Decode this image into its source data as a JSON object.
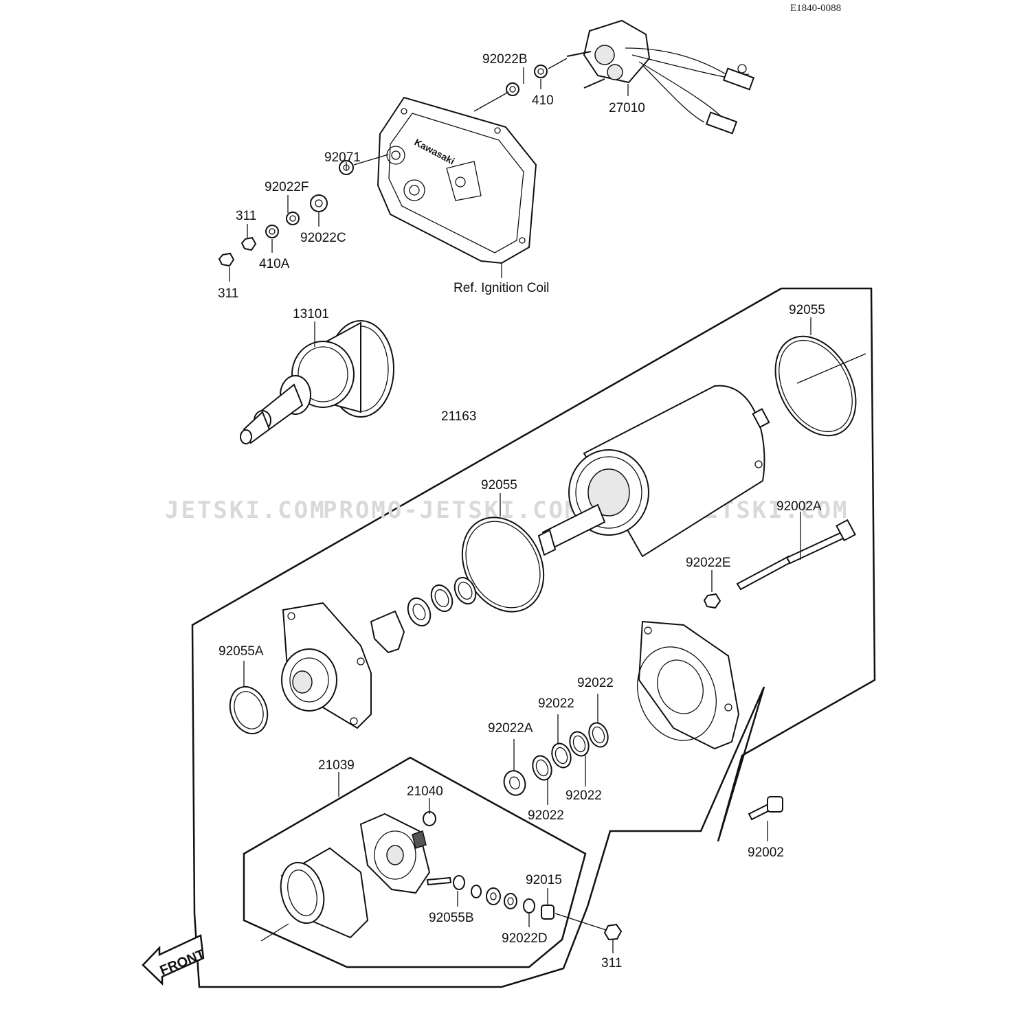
{
  "diagram": {
    "drawing_code": "E1840-0088",
    "watermarks": [
      "JETSKI.COM",
      "PROMO-JETSKI.COM",
      "PROMO-JETSKI.COM"
    ],
    "brand_mark": "Kawasaki",
    "front_label": "FRONT",
    "ref_note": "Ref. Ignition Coil",
    "callouts": [
      {
        "id": "c-92022B",
        "text": "92022B"
      },
      {
        "id": "c-410",
        "text": "410"
      },
      {
        "id": "c-27010",
        "text": "27010"
      },
      {
        "id": "c-92071",
        "text": "92071"
      },
      {
        "id": "c-92022F",
        "text": "92022F"
      },
      {
        "id": "c-311-top",
        "text": "311"
      },
      {
        "id": "c-92022C",
        "text": "92022C"
      },
      {
        "id": "c-410A",
        "text": "410A"
      },
      {
        "id": "c-311-left",
        "text": "311"
      },
      {
        "id": "c-13101",
        "text": "13101"
      },
      {
        "id": "c-92055-top",
        "text": "92055"
      },
      {
        "id": "c-21163",
        "text": "21163"
      },
      {
        "id": "c-92055-mid",
        "text": "92055"
      },
      {
        "id": "c-92002A",
        "text": "92002A"
      },
      {
        "id": "c-92022E",
        "text": "92022E"
      },
      {
        "id": "c-92055A",
        "text": "92055A"
      },
      {
        "id": "c-92022-a",
        "text": "92022"
      },
      {
        "id": "c-92022-b",
        "text": "92022"
      },
      {
        "id": "c-92022A",
        "text": "92022A"
      },
      {
        "id": "c-92022-c",
        "text": "92022"
      },
      {
        "id": "c-92022-d",
        "text": "92022"
      },
      {
        "id": "c-21039",
        "text": "21039"
      },
      {
        "id": "c-21040",
        "text": "21040"
      },
      {
        "id": "c-92002",
        "text": "92002"
      },
      {
        "id": "c-92015",
        "text": "92015"
      },
      {
        "id": "c-92055B",
        "text": "92055B"
      },
      {
        "id": "c-92022D",
        "text": "92022D"
      },
      {
        "id": "c-311-bottom",
        "text": "311"
      }
    ]
  }
}
